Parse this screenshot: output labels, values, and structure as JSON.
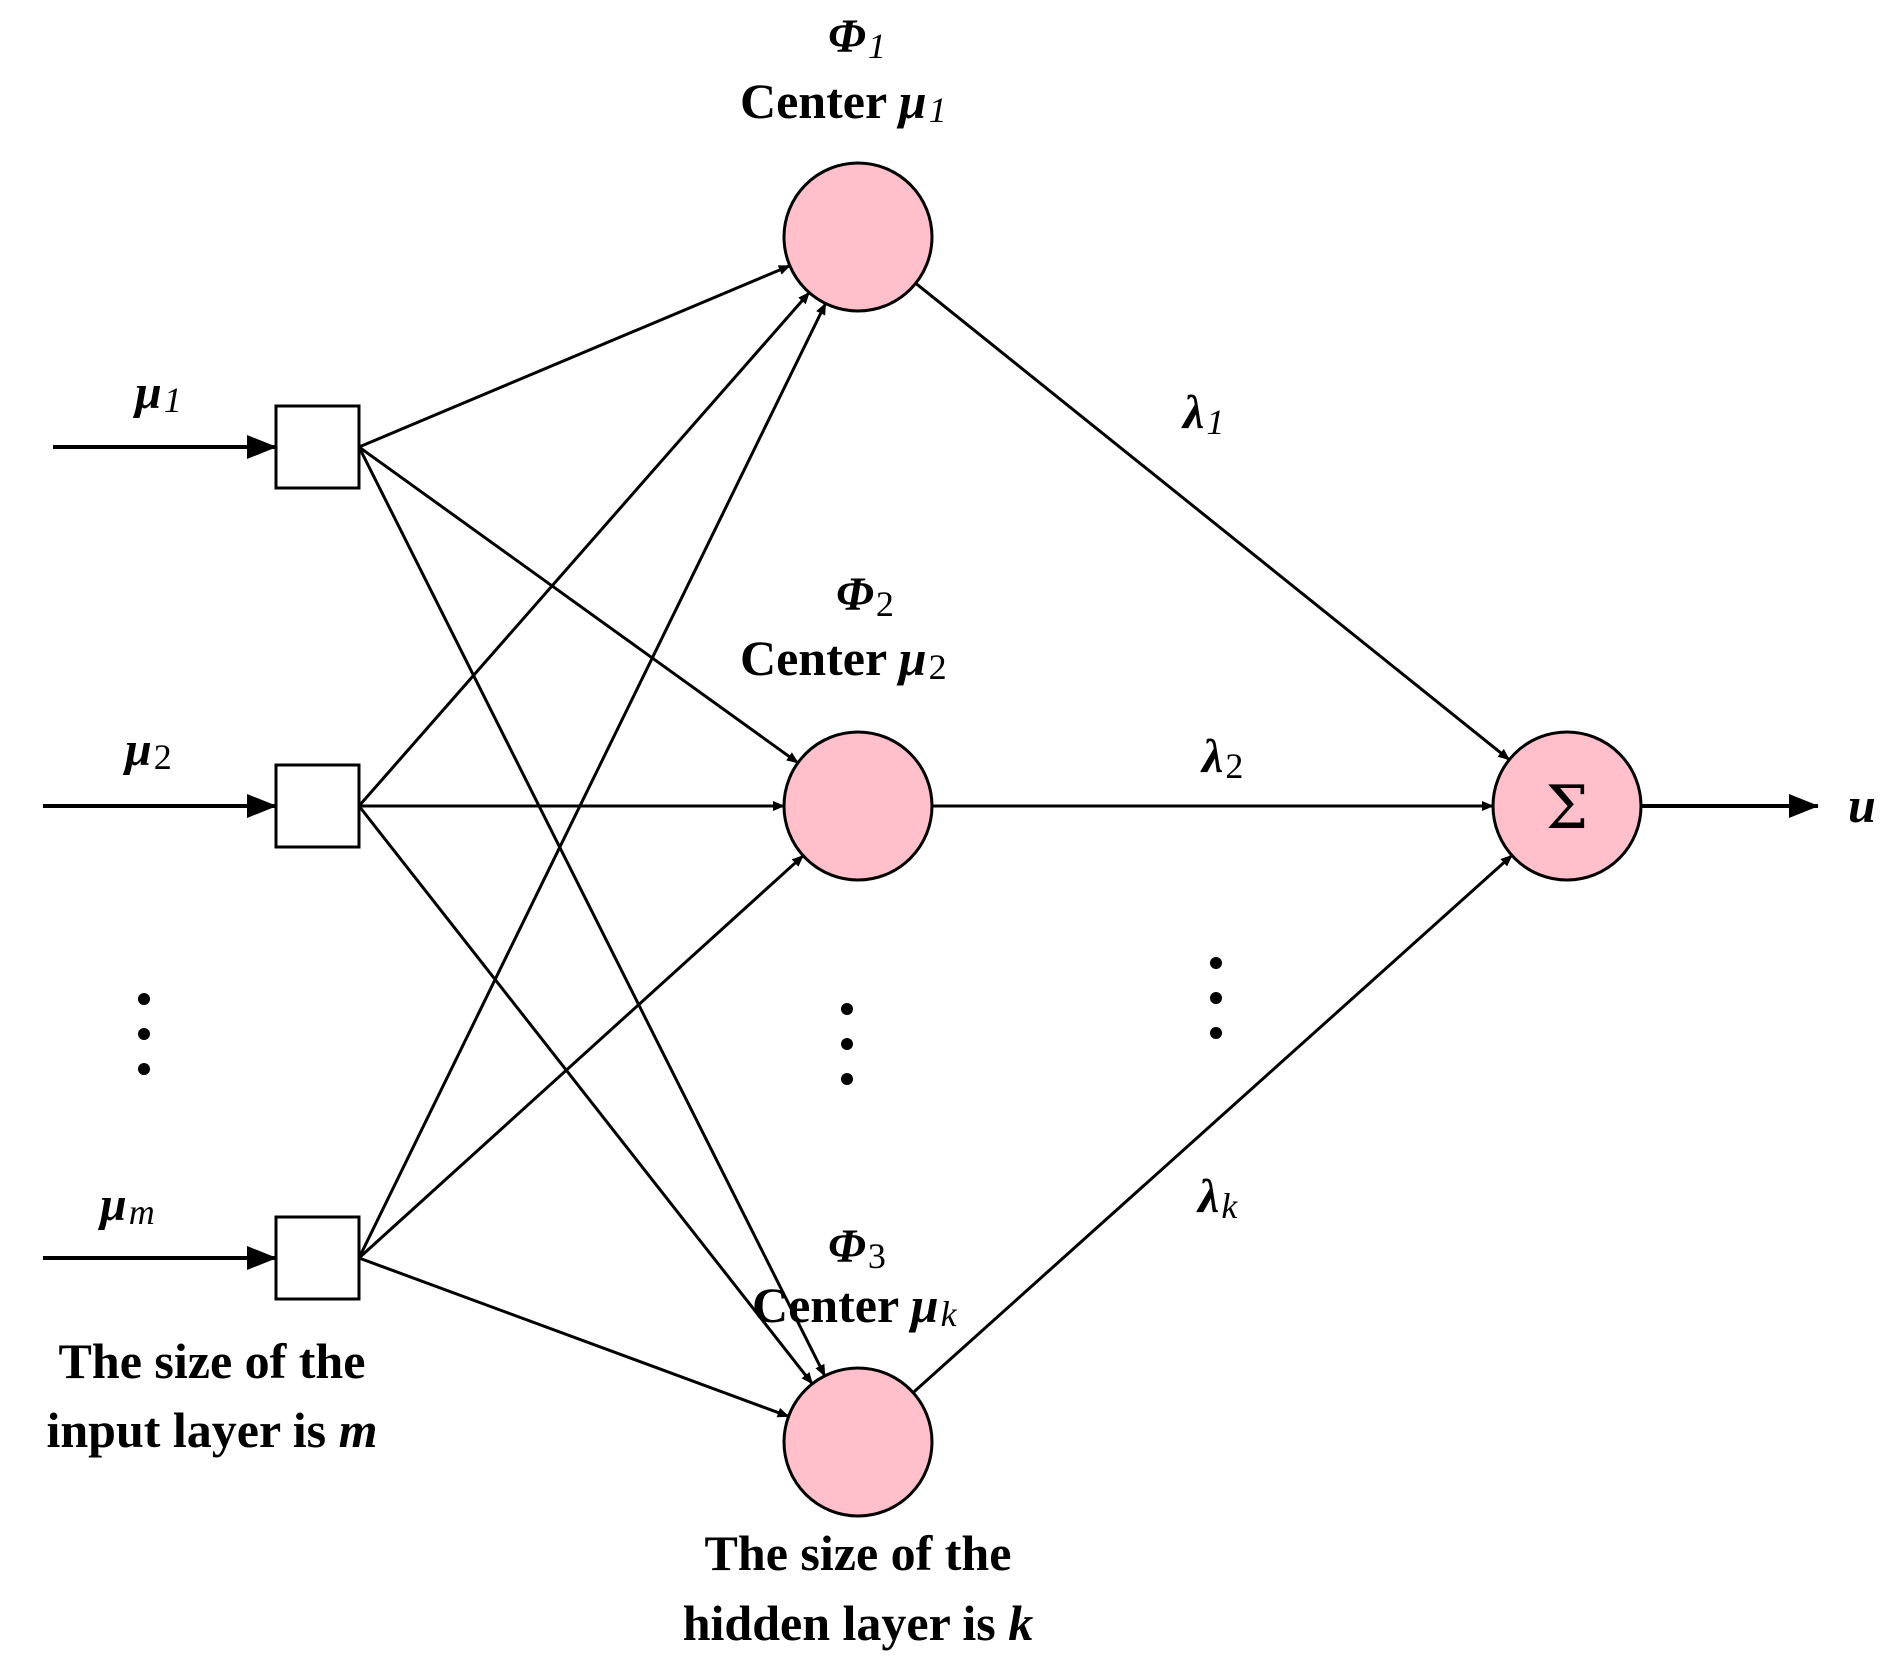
{
  "diagram": {
    "title": "RBF neural network structure",
    "colors": {
      "node_fill": "#FFBFCB",
      "stroke": "#000000",
      "background": "#FFFFFF"
    },
    "input_layer": {
      "nodes": [
        {
          "id": "in1",
          "label_symbol": "μ",
          "label_sub": "1"
        },
        {
          "id": "in2",
          "label_symbol": "μ",
          "label_sub": "2"
        },
        {
          "id": "inm",
          "label_symbol": "μ",
          "label_sub": "m"
        }
      ],
      "ellipsis": "⋮",
      "caption_line1": "The size of the",
      "caption_line2_text": "input layer is ",
      "caption_line2_var": "m"
    },
    "hidden_layer": {
      "nodes": [
        {
          "id": "h1",
          "phi_symbol": "Φ",
          "phi_sub": "1",
          "center_text": "Center ",
          "center_symbol": "μ",
          "center_sub": "1"
        },
        {
          "id": "h2",
          "phi_symbol": "Φ",
          "phi_sub": "2",
          "center_text": "Center ",
          "center_symbol": "μ",
          "center_sub": "2"
        },
        {
          "id": "h3",
          "phi_symbol": "Φ",
          "phi_sub": "3",
          "center_text": "Center ",
          "center_symbol": "μ",
          "center_sub": "k"
        }
      ],
      "ellipsis": "⋮",
      "caption_line1": "The size of the",
      "caption_line2_text": "hidden layer is ",
      "caption_line2_var": "k"
    },
    "weights": [
      {
        "from": "h1",
        "symbol": "λ",
        "sub": "1"
      },
      {
        "from": "h2",
        "symbol": "λ",
        "sub": "2"
      },
      {
        "from": "h3",
        "symbol": "λ",
        "sub": "k"
      }
    ],
    "weights_ellipsis": "⋮",
    "output_node": {
      "symbol": "Σ",
      "output_label": "u"
    },
    "edges": [
      [
        "in1",
        "h1"
      ],
      [
        "in1",
        "h2"
      ],
      [
        "in1",
        "h3"
      ],
      [
        "in2",
        "h1"
      ],
      [
        "in2",
        "h2"
      ],
      [
        "in2",
        "h3"
      ],
      [
        "inm",
        "h1"
      ],
      [
        "inm",
        "h2"
      ],
      [
        "inm",
        "h3"
      ],
      [
        "h1",
        "out"
      ],
      [
        "h2",
        "out"
      ],
      [
        "h3",
        "out"
      ]
    ]
  }
}
